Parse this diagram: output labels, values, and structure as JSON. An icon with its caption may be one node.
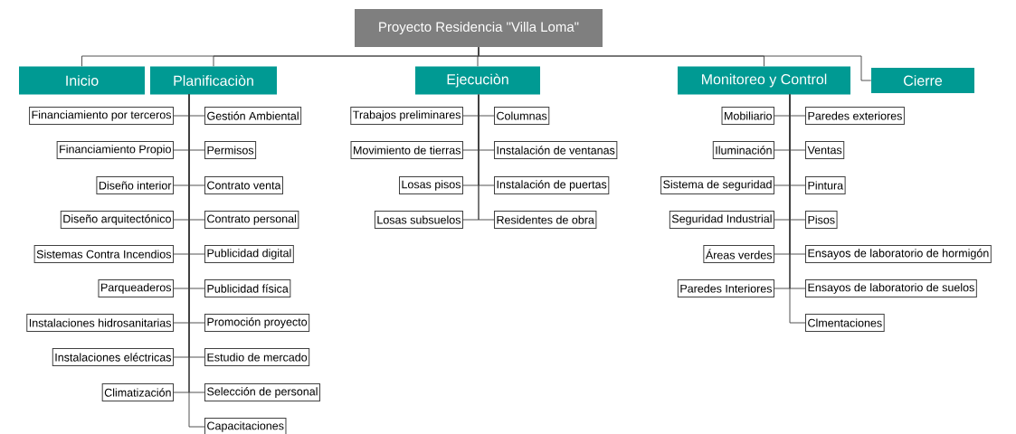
{
  "diagram": {
    "nodes": [
      {
        "text": [
          "Proyecto Residencia \"Villa Loma\""
        ]
      },
      {
        "text": [
          "Inicio"
        ]
      },
      {
        "text": [
          "Planificaciòn"
        ]
      },
      {
        "text": [
          "Ejecuciòn"
        ]
      },
      {
        "text": [
          "Monitoreo y Control"
        ]
      },
      {
        "text": [
          "Cierre"
        ]
      },
      {
        "text": [
          "Financiamiento por terceros"
        ]
      },
      {
        "text": [
          "Gestión Ambiental"
        ]
      },
      {
        "text": [
          "Financiamiento Propio"
        ]
      },
      {
        "text": [
          "Permisos"
        ]
      },
      {
        "text": [
          "Diseño interior"
        ]
      },
      {
        "text": [
          "Contrato venta"
        ]
      },
      {
        "text": [
          "Diseño arquitectónico"
        ]
      },
      {
        "text": [
          "Contrato personal"
        ]
      },
      {
        "text": [
          "Sistemas Contra Incendios"
        ]
      },
      {
        "text": [
          "Publicidad digital"
        ]
      },
      {
        "text": [
          "Parqueaderos"
        ]
      },
      {
        "text": [
          "Publicidad física"
        ]
      },
      {
        "text": [
          "Instalaciones hidrosanitarias"
        ]
      },
      {
        "text": [
          "Promoción proyecto"
        ]
      },
      {
        "text": [
          "Instalaciones eléctricas"
        ]
      },
      {
        "text": [
          "Estudio de mercado"
        ]
      },
      {
        "text": [
          "Climatización"
        ]
      },
      {
        "text": [
          "Selección de personal"
        ]
      },
      {
        "text": [
          "Capacitaciones"
        ]
      },
      {
        "text": [
          "Trabajos preliminares"
        ]
      },
      {
        "text": [
          "Columnas"
        ]
      },
      {
        "text": [
          "Movimiento de tierras"
        ]
      },
      {
        "text": [
          "Instalación de ventanas"
        ]
      },
      {
        "text": [
          "Losas pisos"
        ]
      },
      {
        "text": [
          "Instalación de puertas"
        ]
      },
      {
        "text": [
          "Losas subsuelos"
        ]
      },
      {
        "text": [
          "Residentes de obra"
        ]
      },
      {
        "text": [
          "Mobiliario"
        ]
      },
      {
        "text": [
          "Paredes exteriores"
        ]
      },
      {
        "text": [
          "Iluminación"
        ]
      },
      {
        "text": [
          "Ventas"
        ]
      },
      {
        "text": [
          "Sistema de seguridad"
        ]
      },
      {
        "text": [
          "Pintura"
        ]
      },
      {
        "text": [
          "Seguridad Industrial"
        ]
      },
      {
        "text": [
          "Pisos"
        ]
      },
      {
        "text": [
          "Áreas verdes"
        ]
      },
      {
        "text": [
          "Ensayos de laboratorio de hormigón"
        ]
      },
      {
        "text": [
          "Paredes Interiores"
        ]
      },
      {
        "text": [
          "Ensayos de laboratorio de suelos"
        ]
      },
      {
        "text": [
          "Clmentaciones"
        ]
      }
    ],
    "edges": [
      {
        "from": 0,
        "to": 1,
        "arrow": "none"
      },
      {
        "from": 0,
        "to": 2,
        "arrow": "none"
      },
      {
        "from": 0,
        "to": 3,
        "arrow": "none"
      },
      {
        "from": 0,
        "to": 4,
        "arrow": "none"
      },
      {
        "from": 0,
        "to": 5,
        "arrow": "none"
      },
      {
        "from": 2,
        "to": 6,
        "arrow": "none"
      },
      {
        "from": 2,
        "to": 7,
        "arrow": "none"
      },
      {
        "from": 2,
        "to": 8,
        "arrow": "none"
      },
      {
        "from": 2,
        "to": 9,
        "arrow": "none"
      },
      {
        "from": 2,
        "to": 10,
        "arrow": "none"
      },
      {
        "from": 2,
        "to": 11,
        "arrow": "none"
      },
      {
        "from": 2,
        "to": 12,
        "arrow": "none"
      },
      {
        "from": 2,
        "to": 13,
        "arrow": "none"
      },
      {
        "from": 2,
        "to": 14,
        "arrow": "none"
      },
      {
        "from": 2,
        "to": 15,
        "arrow": "none"
      },
      {
        "from": 2,
        "to": 16,
        "arrow": "none"
      },
      {
        "from": 2,
        "to": 17,
        "arrow": "none"
      },
      {
        "from": 2,
        "to": 18,
        "arrow": "none"
      },
      {
        "from": 2,
        "to": 19,
        "arrow": "none"
      },
      {
        "from": 2,
        "to": 20,
        "arrow": "none"
      },
      {
        "from": 2,
        "to": 21,
        "arrow": "none"
      },
      {
        "from": 2,
        "to": 22,
        "arrow": "none"
      },
      {
        "from": 2,
        "to": 23,
        "arrow": "none"
      },
      {
        "from": 2,
        "to": 24,
        "arrow": "none"
      },
      {
        "from": 3,
        "to": 25,
        "arrow": "none"
      },
      {
        "from": 3,
        "to": 26,
        "arrow": "none"
      },
      {
        "from": 3,
        "to": 27,
        "arrow": "none"
      },
      {
        "from": 3,
        "to": 28,
        "arrow": "none"
      },
      {
        "from": 3,
        "to": 29,
        "arrow": "none"
      },
      {
        "from": 3,
        "to": 30,
        "arrow": "none"
      },
      {
        "from": 3,
        "to": 31,
        "arrow": "none"
      },
      {
        "from": 3,
        "to": 32,
        "arrow": "none"
      },
      {
        "from": 4,
        "to": 33,
        "arrow": "none"
      },
      {
        "from": 4,
        "to": 34,
        "arrow": "none"
      },
      {
        "from": 4,
        "to": 35,
        "arrow": "none"
      },
      {
        "from": 4,
        "to": 36,
        "arrow": "none"
      },
      {
        "from": 4,
        "to": 37,
        "arrow": "none"
      },
      {
        "from": 4,
        "to": 38,
        "arrow": "none"
      },
      {
        "from": 4,
        "to": 39,
        "arrow": "none"
      },
      {
        "from": 4,
        "to": 40,
        "arrow": "none"
      },
      {
        "from": 4,
        "to": 41,
        "arrow": "none"
      },
      {
        "from": 4,
        "to": 42,
        "arrow": "none"
      },
      {
        "from": 4,
        "to": 43,
        "arrow": "none"
      },
      {
        "from": 4,
        "to": 44,
        "arrow": "none"
      },
      {
        "from": 4,
        "to": 45,
        "arrow": "none"
      }
    ]
  }
}
